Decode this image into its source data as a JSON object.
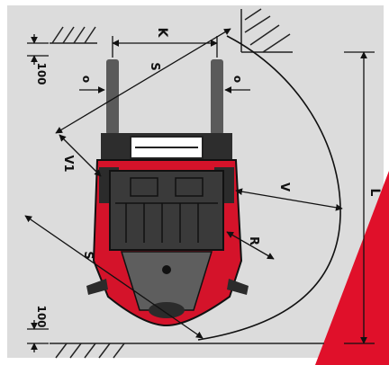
{
  "diagram": {
    "labels": {
      "k": "K",
      "s_top": "S",
      "s_bottom": "S",
      "o_left": "o",
      "o_right": "o",
      "v1": "V1",
      "v": "V",
      "r": "R",
      "l": "L",
      "clearance_top": "100",
      "clearance_bottom": "100"
    },
    "colors": {
      "background": "#dcdcdc",
      "truck_red": "#d4132a",
      "truck_dark": "#3a3a3a",
      "fork": "#5a5a5a",
      "wedge_red": "#e0102a",
      "line": "#111111",
      "wall_hatch": "#222222"
    }
  }
}
